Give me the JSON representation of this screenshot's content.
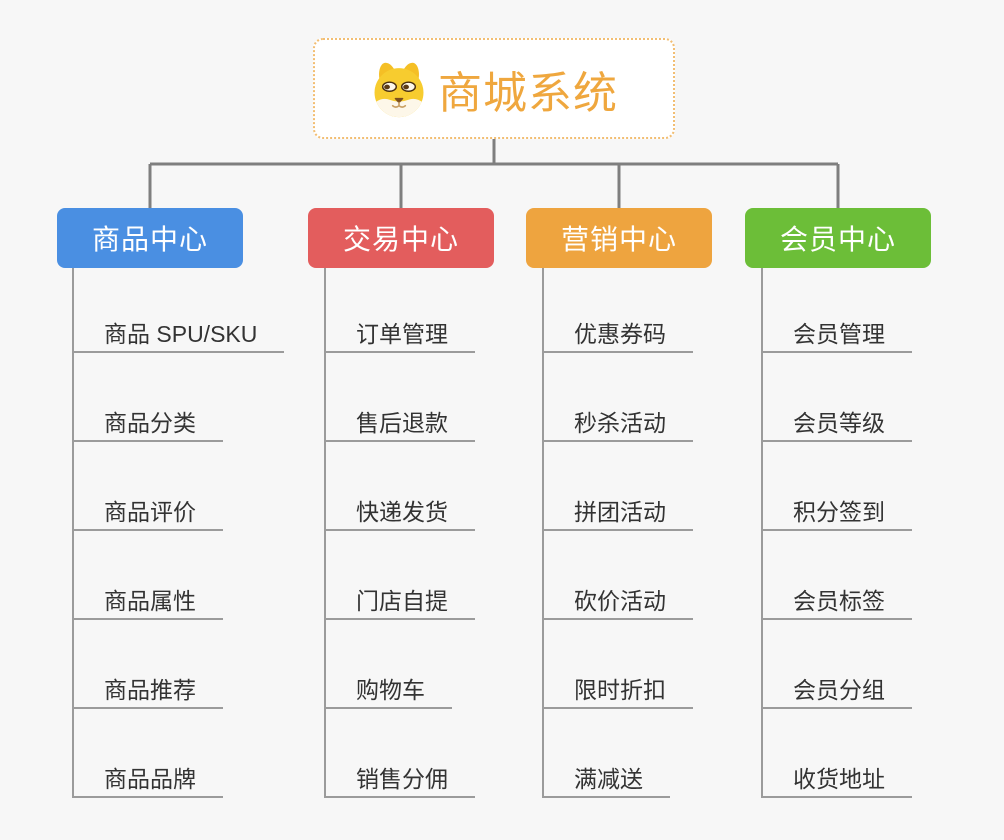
{
  "canvas": {
    "background": "#f7f7f7"
  },
  "root": {
    "label": "商城系统",
    "icon": "doge-icon",
    "accent_color": "#efa73e",
    "border_color": "#f2be73",
    "background": "#ffffff"
  },
  "connector": {
    "color": "#7f7f7f"
  },
  "leaf_style": {
    "line_color": "#9b9b9b",
    "text_color": "#333333"
  },
  "columns": [
    {
      "label": "商品中心",
      "color": "#4a8fe2",
      "items": [
        "商品 SPU/SKU",
        "商品分类",
        "商品评价",
        "商品属性",
        "商品推荐",
        "商品品牌"
      ]
    },
    {
      "label": "交易中心",
      "color": "#e35d5d",
      "items": [
        "订单管理",
        "售后退款",
        "快递发货",
        "门店自提",
        "购物车",
        "销售分佣"
      ]
    },
    {
      "label": "营销中心",
      "color": "#eea43f",
      "items": [
        "优惠券码",
        "秒杀活动",
        "拼团活动",
        "砍价活动",
        "限时折扣",
        "满减送"
      ]
    },
    {
      "label": "会员中心",
      "color": "#6cbe38",
      "items": [
        "会员管理",
        "会员等级",
        "积分签到",
        "会员标签",
        "会员分组",
        "收货地址"
      ]
    }
  ]
}
